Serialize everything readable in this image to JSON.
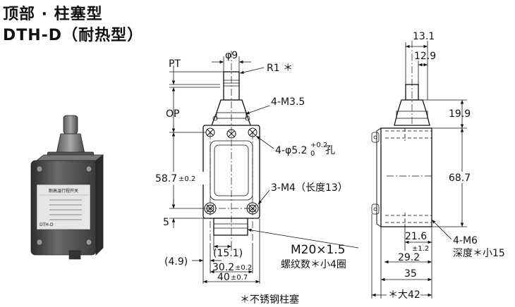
{
  "title": {
    "line1": "顶部 · 柱塞型",
    "line2": "DTH-D（耐热型）"
  },
  "product_label": {
    "header": "耐高温行程开关",
    "model": "DTH-D"
  },
  "front_view": {
    "pt": "PT",
    "op": "OP",
    "phi9": "φ9",
    "r1": "R1 ＊",
    "m35": "4-M3.5",
    "hole_a": "4-φ5.2",
    "hole_sup": "+0.2",
    "hole_sub": "0",
    "hole_b": "孔",
    "h58": "58.7",
    "h58_tol": "±0.2",
    "m4": "3-M4（长度13）",
    "five": "5",
    "w151": "(15.1)",
    "w49": "(4.9)",
    "w302": "30.2",
    "w302_tol": "±0.2",
    "w40": "40",
    "w40_tol": "±0.7",
    "m20": "M20×1.5",
    "m20_note": "螺纹数＊小4圈"
  },
  "side_view": {
    "d131": "13.1",
    "d129": "12.9",
    "d199": "19.9",
    "d687": "68.7",
    "d216": "21.6",
    "d216_tol": "±1.2",
    "d292": "29.2",
    "d35": "35",
    "d42": "＊大42",
    "m6": "4-M6",
    "m6_note": "深度＊小15"
  },
  "footnote": "＊不锈钢柱塞"
}
